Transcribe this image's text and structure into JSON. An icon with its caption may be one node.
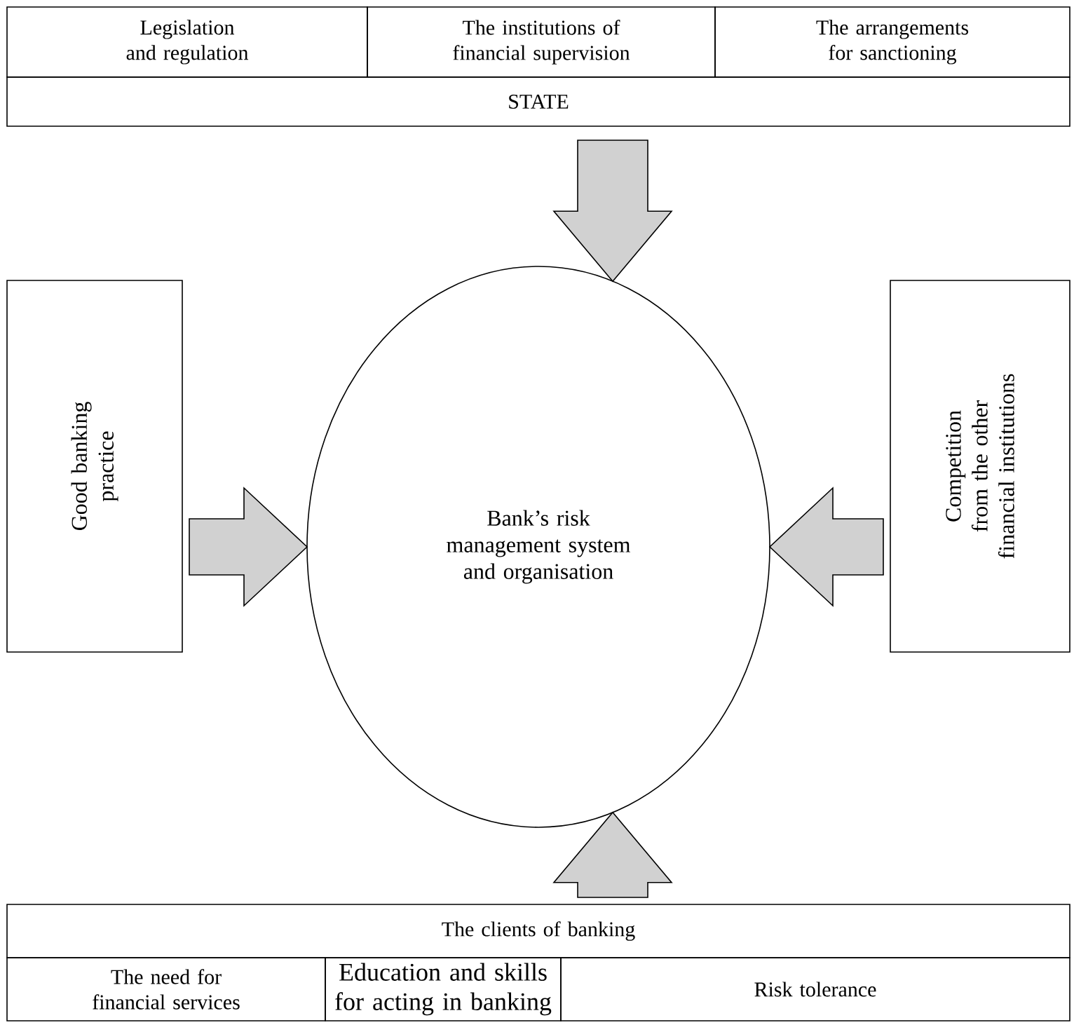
{
  "diagram": {
    "nodes": [
      {
        "text": [
          "Legislation and regulation"
        ]
      },
      {
        "text": [
          "The institutions of financial supervision"
        ]
      },
      {
        "text": [
          "The arrangements for sanctioning"
        ]
      },
      {
        "text": [
          "STATE"
        ]
      },
      {
        "text": [
          "Good banking practice"
        ]
      },
      {
        "text": [
          "Bank’s risk management system and organisation"
        ]
      },
      {
        "text": [
          "Competition from the other financial institutions"
        ]
      },
      {
        "text": [
          "The clients of banking"
        ]
      },
      {
        "text": [
          "The need for financial services"
        ]
      },
      {
        "text": [
          "Education and skills for acting in banking"
        ]
      },
      {
        "text": [
          "Risk tolerance"
        ]
      }
    ],
    "edges": [
      {
        "from": 3,
        "to": 5,
        "arrow": "to"
      },
      {
        "from": 4,
        "to": 5,
        "arrow": "to"
      },
      {
        "from": 6,
        "to": 5,
        "arrow": "to"
      },
      {
        "from": 7,
        "to": 5,
        "arrow": "to"
      }
    ]
  }
}
